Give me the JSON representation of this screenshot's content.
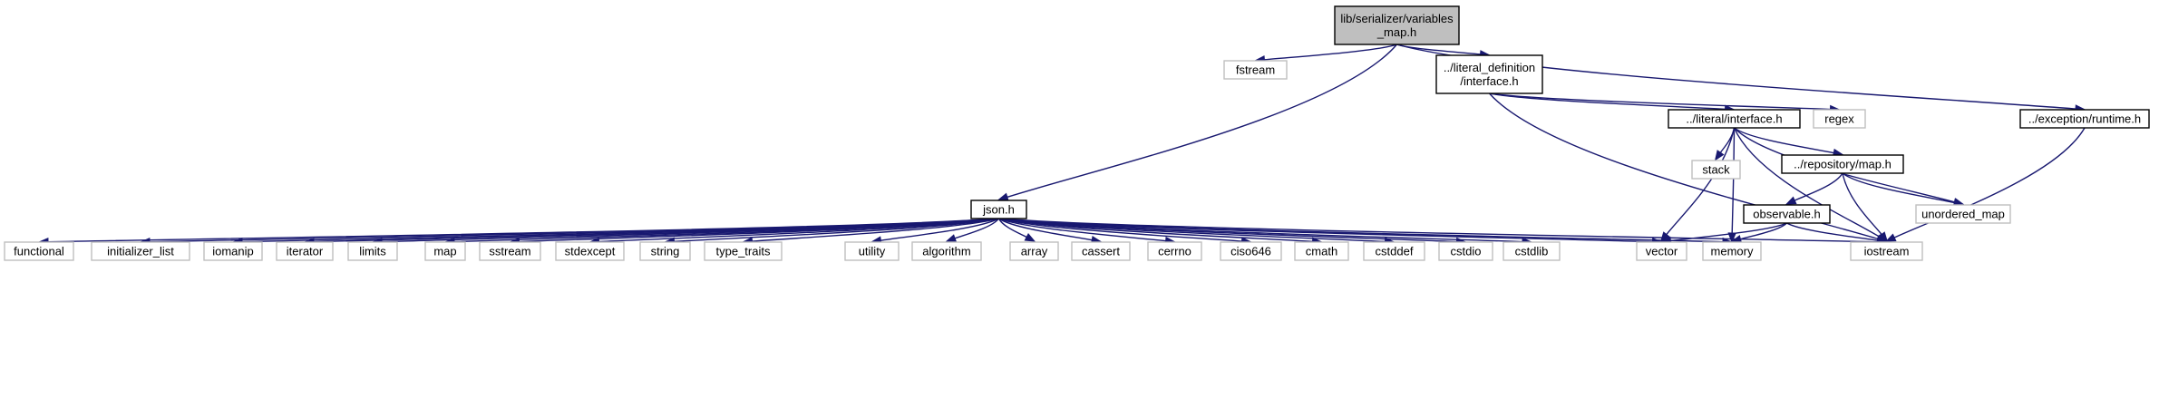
{
  "graph": {
    "root": "main",
    "nodes": [
      {
        "id": "main",
        "lines": [
          "lib/serializer/variables",
          "_map.h"
        ],
        "kind": "root",
        "level": 0
      },
      {
        "id": "fstream",
        "lines": [
          "fstream"
        ],
        "kind": "system",
        "level": 1
      },
      {
        "id": "litdef",
        "lines": [
          "../literal_definition",
          "/interface.h"
        ],
        "kind": "file",
        "level": 1
      },
      {
        "id": "exception",
        "lines": [
          "../exception/runtime.h"
        ],
        "kind": "file",
        "level": 2
      },
      {
        "id": "literal",
        "lines": [
          "../literal/interface.h"
        ],
        "kind": "file",
        "level": 2
      },
      {
        "id": "regex",
        "lines": [
          "regex"
        ],
        "kind": "system",
        "level": 2
      },
      {
        "id": "stack",
        "lines": [
          "stack"
        ],
        "kind": "system",
        "level": 3
      },
      {
        "id": "repomap",
        "lines": [
          "../repository/map.h"
        ],
        "kind": "file",
        "level": 3
      },
      {
        "id": "observable",
        "lines": [
          "observable.h"
        ],
        "kind": "file",
        "level": 4
      },
      {
        "id": "unordered_map",
        "lines": [
          "unordered_map"
        ],
        "kind": "system",
        "level": 4
      },
      {
        "id": "json",
        "lines": [
          "json.h"
        ],
        "kind": "file",
        "level": 5
      },
      {
        "id": "functional",
        "lines": [
          "functional"
        ],
        "kind": "system",
        "level": 6
      },
      {
        "id": "initializer_list",
        "lines": [
          "initializer_list"
        ],
        "kind": "system",
        "level": 6
      },
      {
        "id": "iomanip",
        "lines": [
          "iomanip"
        ],
        "kind": "system",
        "level": 6
      },
      {
        "id": "iterator",
        "lines": [
          "iterator"
        ],
        "kind": "system",
        "level": 6
      },
      {
        "id": "limits",
        "lines": [
          "limits"
        ],
        "kind": "system",
        "level": 6
      },
      {
        "id": "map",
        "lines": [
          "map"
        ],
        "kind": "system",
        "level": 6
      },
      {
        "id": "sstream",
        "lines": [
          "sstream"
        ],
        "kind": "system",
        "level": 6
      },
      {
        "id": "stdexcept",
        "lines": [
          "stdexcept"
        ],
        "kind": "system",
        "level": 6
      },
      {
        "id": "string",
        "lines": [
          "string"
        ],
        "kind": "system",
        "level": 6
      },
      {
        "id": "type_traits",
        "lines": [
          "type_traits"
        ],
        "kind": "system",
        "level": 6
      },
      {
        "id": "utility",
        "lines": [
          "utility"
        ],
        "kind": "system",
        "level": 6
      },
      {
        "id": "algorithm",
        "lines": [
          "algorithm"
        ],
        "kind": "system",
        "level": 6
      },
      {
        "id": "array",
        "lines": [
          "array"
        ],
        "kind": "system",
        "level": 6
      },
      {
        "id": "cassert",
        "lines": [
          "cassert"
        ],
        "kind": "system",
        "level": 6
      },
      {
        "id": "cerrno",
        "lines": [
          "cerrno"
        ],
        "kind": "system",
        "level": 6
      },
      {
        "id": "ciso646",
        "lines": [
          "ciso646"
        ],
        "kind": "system",
        "level": 6
      },
      {
        "id": "cmath",
        "lines": [
          "cmath"
        ],
        "kind": "system",
        "level": 6
      },
      {
        "id": "cstddef",
        "lines": [
          "cstddef"
        ],
        "kind": "system",
        "level": 6
      },
      {
        "id": "cstdio",
        "lines": [
          "cstdio"
        ],
        "kind": "system",
        "level": 6
      },
      {
        "id": "cstdlib",
        "lines": [
          "cstdlib"
        ],
        "kind": "system",
        "level": 6
      },
      {
        "id": "vector",
        "lines": [
          "vector"
        ],
        "kind": "system",
        "level": 6
      },
      {
        "id": "memory",
        "lines": [
          "memory"
        ],
        "kind": "system",
        "level": 6
      },
      {
        "id": "iostream",
        "lines": [
          "iostream"
        ],
        "kind": "system",
        "level": 6
      }
    ],
    "edges": [
      [
        "main",
        "fstream"
      ],
      [
        "main",
        "litdef"
      ],
      [
        "main",
        "exception"
      ],
      [
        "main",
        "json"
      ],
      [
        "litdef",
        "literal"
      ],
      [
        "litdef",
        "regex"
      ],
      [
        "litdef",
        "iostream"
      ],
      [
        "exception",
        "iostream"
      ],
      [
        "literal",
        "stack"
      ],
      [
        "literal",
        "repomap"
      ],
      [
        "literal",
        "unordered_map"
      ],
      [
        "literal",
        "iostream"
      ],
      [
        "literal",
        "vector"
      ],
      [
        "literal",
        "memory"
      ],
      [
        "repomap",
        "observable"
      ],
      [
        "repomap",
        "unordered_map"
      ],
      [
        "repomap",
        "iostream"
      ],
      [
        "observable",
        "vector"
      ],
      [
        "observable",
        "memory"
      ],
      [
        "observable",
        "iostream"
      ],
      [
        "json",
        "functional"
      ],
      [
        "json",
        "initializer_list"
      ],
      [
        "json",
        "iomanip"
      ],
      [
        "json",
        "iterator"
      ],
      [
        "json",
        "limits"
      ],
      [
        "json",
        "map"
      ],
      [
        "json",
        "sstream"
      ],
      [
        "json",
        "stdexcept"
      ],
      [
        "json",
        "string"
      ],
      [
        "json",
        "type_traits"
      ],
      [
        "json",
        "utility"
      ],
      [
        "json",
        "algorithm"
      ],
      [
        "json",
        "array"
      ],
      [
        "json",
        "cassert"
      ],
      [
        "json",
        "cerrno"
      ],
      [
        "json",
        "ciso646"
      ],
      [
        "json",
        "cmath"
      ],
      [
        "json",
        "cstddef"
      ],
      [
        "json",
        "cstdio"
      ],
      [
        "json",
        "cstdlib"
      ],
      [
        "json",
        "vector"
      ],
      [
        "json",
        "memory"
      ],
      [
        "json",
        "iostream"
      ]
    ]
  },
  "style": {
    "root_fill": "#bfbfbf",
    "file_fill": "#ffffff",
    "file_stroke": "#000000",
    "system_stroke": "#bfbfbf",
    "edge_color": "#191970",
    "text_color": "#000000"
  }
}
